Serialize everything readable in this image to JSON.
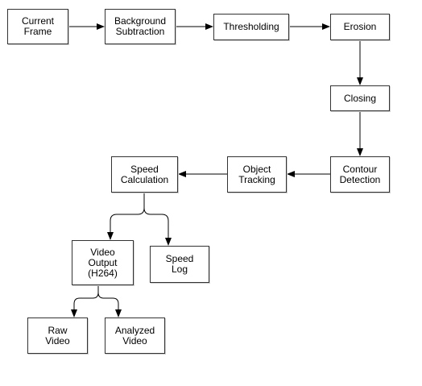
{
  "nodes": {
    "current_frame": "Current\nFrame",
    "background_subtraction": "Background\nSubtraction",
    "thresholding": "Thresholding",
    "erosion": "Erosion",
    "closing": "Closing",
    "contour_detection": "Contour\nDetection",
    "object_tracking": "Object\nTracking",
    "speed_calculation": "Speed\nCalculation",
    "video_output": "Video\nOutput\n(H264)",
    "speed_log": "Speed\nLog",
    "raw_video": "Raw\nVideo",
    "analyzed_video": "Analyzed\nVideo"
  },
  "edges": [
    {
      "from": "current_frame",
      "to": "background_subtraction"
    },
    {
      "from": "background_subtraction",
      "to": "thresholding"
    },
    {
      "from": "thresholding",
      "to": "erosion"
    },
    {
      "from": "erosion",
      "to": "closing"
    },
    {
      "from": "closing",
      "to": "contour_detection"
    },
    {
      "from": "contour_detection",
      "to": "object_tracking"
    },
    {
      "from": "object_tracking",
      "to": "speed_calculation"
    },
    {
      "from": "speed_calculation",
      "to": "video_output"
    },
    {
      "from": "speed_calculation",
      "to": "speed_log"
    },
    {
      "from": "video_output",
      "to": "raw_video"
    },
    {
      "from": "video_output",
      "to": "analyzed_video"
    }
  ],
  "colors": {
    "stroke": "#000000",
    "box_border": "#333333",
    "background": "#ffffff"
  }
}
